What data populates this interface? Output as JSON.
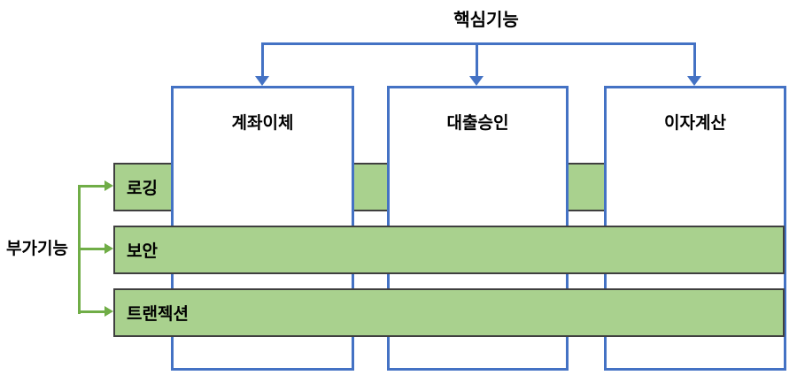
{
  "diagram": {
    "title_top": "핵심기능",
    "title_left": "부가기능",
    "core_modules": [
      {
        "label": "계좌이체"
      },
      {
        "label": "대출승인"
      },
      {
        "label": "이자계산"
      }
    ],
    "aspects": [
      {
        "label": "로깅"
      },
      {
        "label": "보안"
      },
      {
        "label": "트랜젝션"
      }
    ],
    "colors": {
      "connector_blue": "#4472C4",
      "connector_green": "#70AD47",
      "aspect_fill": "#A9D18E",
      "aspect_border": "#3F3F3F",
      "box_border": "#4472C4",
      "box_fill": "#FFFFFF",
      "text": "#000000"
    }
  }
}
